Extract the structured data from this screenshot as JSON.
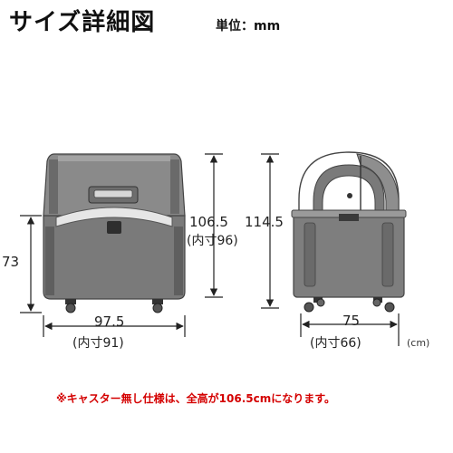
{
  "header": {
    "title": "サイズ詳細図",
    "unit_label": "単位：mm"
  },
  "dimensions": {
    "front_height_label": "73",
    "front_width_label": "97.5",
    "front_width_inner": "(内寸91)",
    "height_no_caster": "106.5",
    "height_no_caster_inner": "(内寸96)",
    "height_total": "114.5",
    "side_width_label": "75",
    "side_width_inner": "(内寸66)",
    "unit_cm": "(cm)"
  },
  "footer": {
    "note": "※キャスター無し仕様は、全高が106.5cmになります。"
  }
}
